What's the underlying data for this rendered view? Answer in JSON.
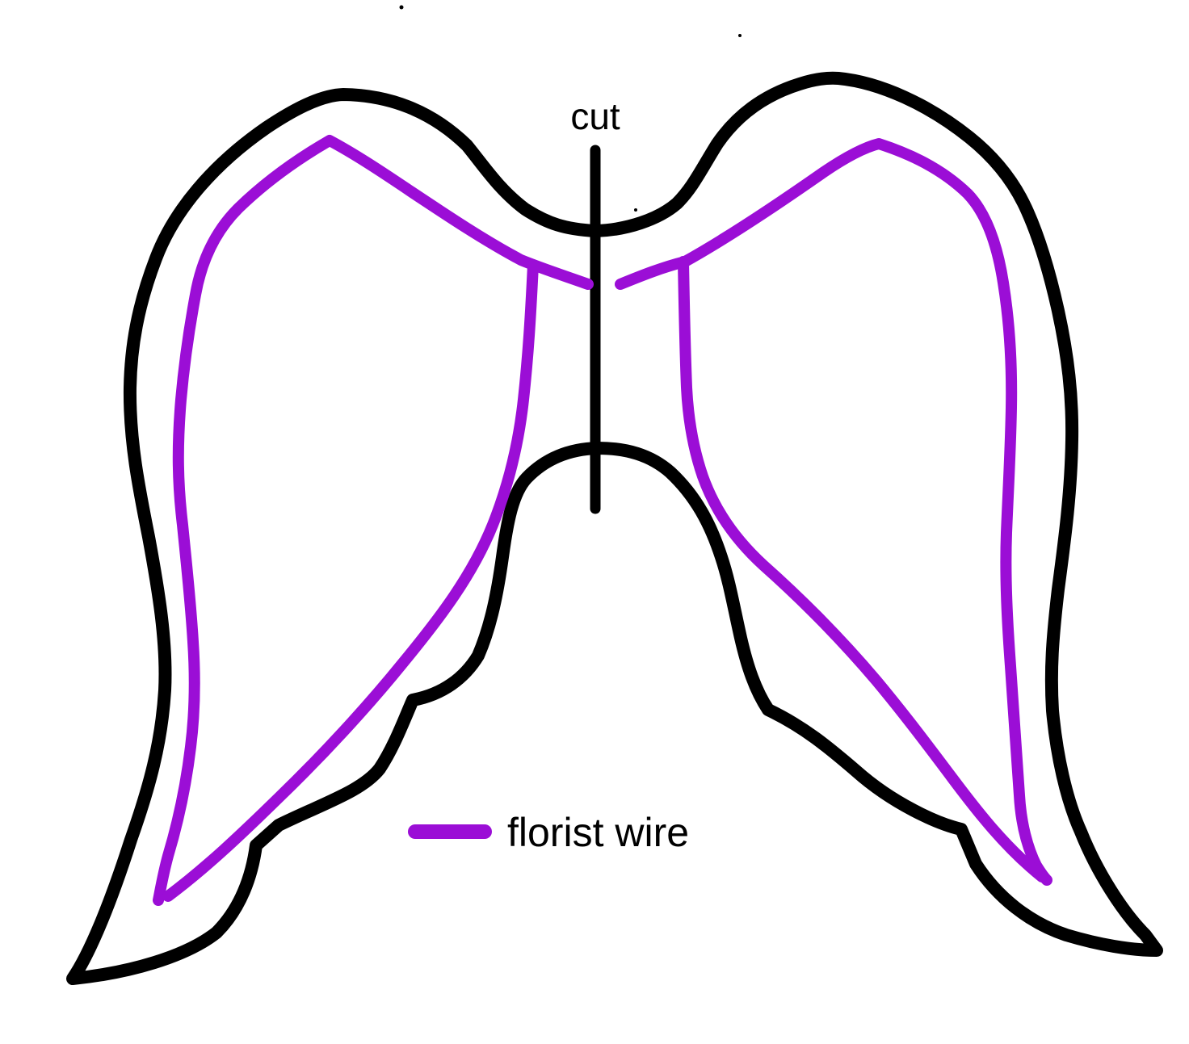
{
  "diagram": {
    "description": "Angel wings craft template with florist wire placement and cut line",
    "labels": {
      "cut": "cut",
      "legend": "florist wire"
    },
    "colors": {
      "background": "#ffffff",
      "outline": "#000000",
      "cut_line": "#000000",
      "wire": "#9b0ed6",
      "label_text": "#000000"
    }
  }
}
